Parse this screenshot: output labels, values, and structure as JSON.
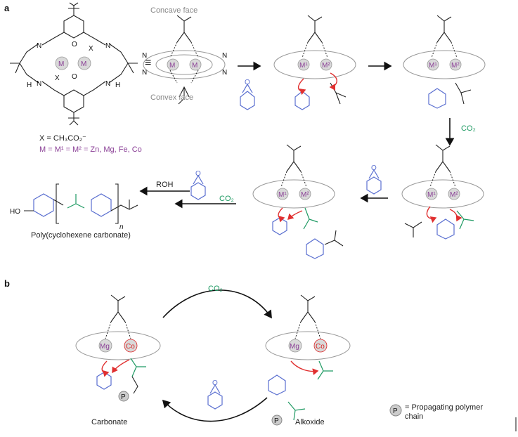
{
  "panel_a": {
    "label": "a",
    "concave_face": "Concave face",
    "convex_face": "Convex face",
    "equiv": "≡",
    "x_def": "X = CH₃CO₂⁻",
    "m_def": "M = M¹ = M² = Zn, Mg, Fe, Co",
    "metal_M": "M",
    "metal_M1": "M¹",
    "metal_M2": "M²",
    "co2_label": "CO₂",
    "roh_label": "ROH",
    "polymer_name": "Poly(cyclohexene carbonate)",
    "polymer_end": "HO",
    "repeat_n": "n"
  },
  "panel_b": {
    "label": "b",
    "co2_label": "CO₂",
    "metal_left": "Mg",
    "metal_right": "Co",
    "carbonate_label": "Carbonate",
    "alkoxide_label": "Alkoxide",
    "p_symbol": "P",
    "p_legend": "= Propagating polymer chain"
  },
  "atoms": {
    "N": "N",
    "H": "H",
    "O": "O",
    "X": "X"
  },
  "colors": {
    "metal": "#8a3f96",
    "cobalt": "#d22222",
    "co2": "#1f9a63",
    "epoxide": "#5a6fd0",
    "curly_arrow": "#e03030"
  }
}
